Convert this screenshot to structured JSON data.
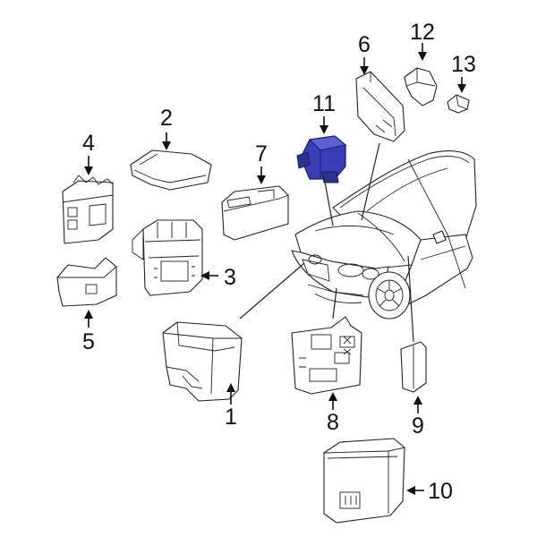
{
  "diagram": {
    "callouts": [
      {
        "id": "1",
        "label": "1"
      },
      {
        "id": "2",
        "label": "2"
      },
      {
        "id": "3",
        "label": "3"
      },
      {
        "id": "4",
        "label": "4"
      },
      {
        "id": "5",
        "label": "5"
      },
      {
        "id": "6",
        "label": "6"
      },
      {
        "id": "7",
        "label": "7"
      },
      {
        "id": "8",
        "label": "8"
      },
      {
        "id": "9",
        "label": "9"
      },
      {
        "id": "10",
        "label": "10"
      },
      {
        "id": "11",
        "label": "11"
      },
      {
        "id": "12",
        "label": "12"
      },
      {
        "id": "13",
        "label": "13"
      }
    ],
    "highlight_color": "#3a3fb8",
    "line_color": "#222222",
    "background": "#ffffff"
  }
}
